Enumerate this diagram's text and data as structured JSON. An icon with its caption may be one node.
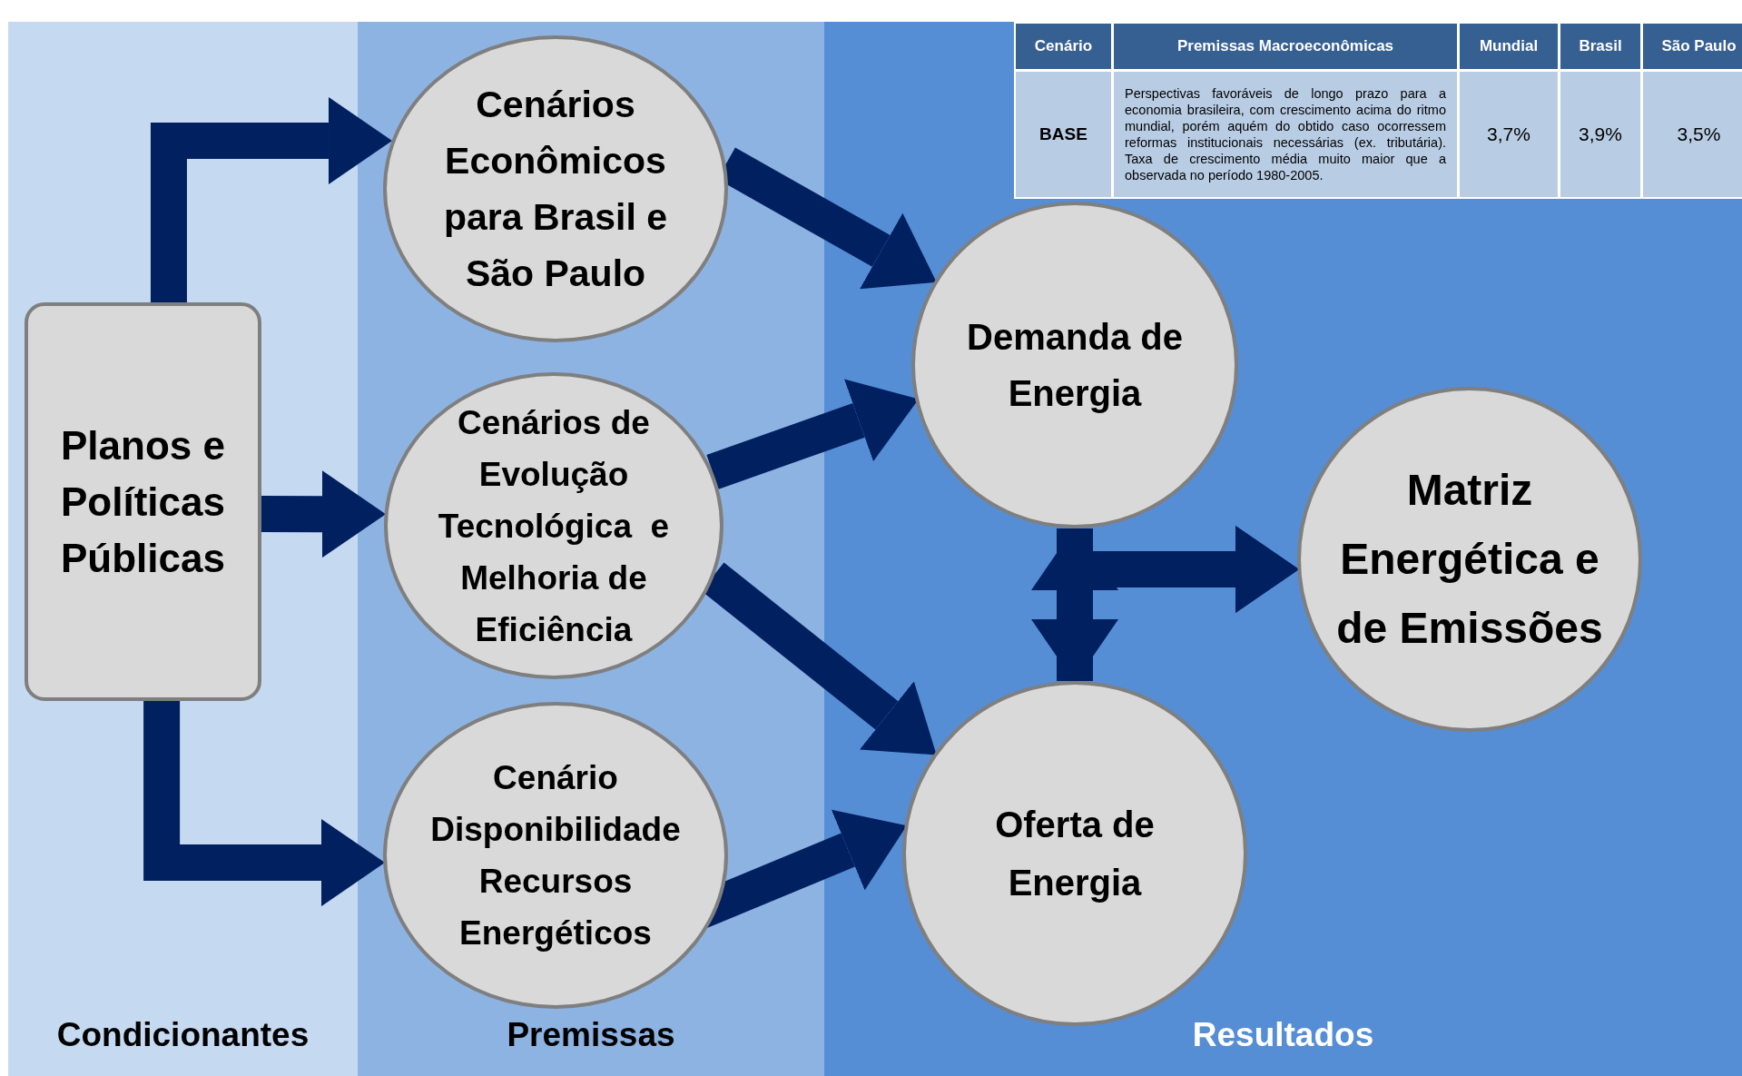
{
  "diagram": {
    "nodes": [
      {
        "text": [
          "Condicionantes"
        ]
      },
      {
        "text": [
          "Premissas"
        ]
      },
      {
        "text": [
          "Resultados"
        ]
      },
      {
        "text": [
          "Planos e Políticas Públicas"
        ],
        "in": 0
      },
      {
        "text": [
          "Cenários Econômicos para Brasil e São Paulo"
        ],
        "in": 1
      },
      {
        "text": [
          "Cenários de Evolução Tecnológica  e Melhoria de Eficiência"
        ],
        "in": 1
      },
      {
        "text": [
          "Cenário Disponibilidade Recursos Energéticos"
        ],
        "in": 1
      },
      {
        "text": [
          "Demanda de Energia"
        ],
        "in": 2
      },
      {
        "text": [
          "Oferta de Energia"
        ],
        "in": 2
      },
      {
        "text": [
          "Matriz Energética e de Emissões"
        ],
        "in": 2
      }
    ],
    "edges": [
      {
        "from": 3,
        "to": 4,
        "arrow": "to"
      },
      {
        "from": 3,
        "to": 5,
        "arrow": "to"
      },
      {
        "from": 3,
        "to": 6,
        "arrow": "to"
      },
      {
        "from": 4,
        "to": 7,
        "arrow": "to"
      },
      {
        "from": 5,
        "to": 7,
        "arrow": "to"
      },
      {
        "from": 5,
        "to": 8,
        "arrow": "to"
      },
      {
        "from": 6,
        "to": 8,
        "arrow": "to"
      },
      {
        "from": 7,
        "to": 8,
        "arrow": "both"
      },
      {
        "from": 7,
        "to": 9,
        "arrow": "to"
      },
      {
        "from": 8,
        "to": 9,
        "arrow": "to"
      }
    ],
    "labels": [
      "Cenário",
      "Premissas Macroeconômicas",
      "Mundial",
      "Brasil",
      "São Paulo",
      "BASE",
      "Perspectivas favoráveis de longo prazo para a economia brasileira, com crescimento acima do ritmo mundial, porém aquém do obtido caso ocorressem reformas institucionais necessárias (ex. tributária). Taxa de crescimento média muito maior que a observada no período 1980-2005.",
      "3,7%",
      "3,9%",
      "3,5%"
    ]
  }
}
